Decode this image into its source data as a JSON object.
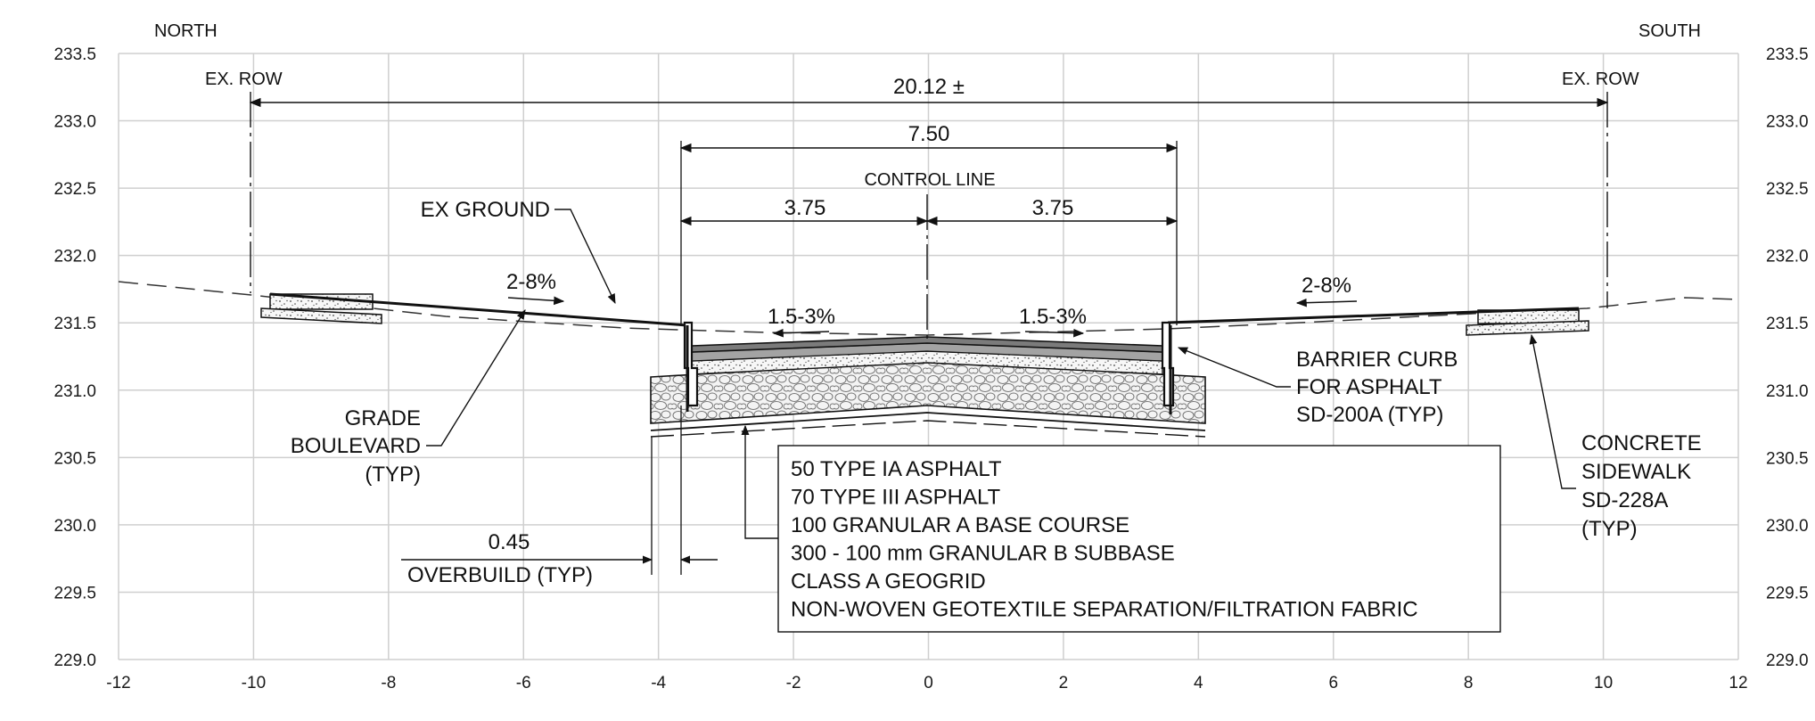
{
  "orientation": {
    "left": "NORTH",
    "right": "SOUTH"
  },
  "axes": {
    "y_ticks": [
      "233.5",
      "233.0",
      "232.5",
      "232.0",
      "231.5",
      "231.0",
      "230.5",
      "230.0",
      "229.5",
      "229.0"
    ],
    "x_ticks": [
      "-12",
      "-10",
      "-8",
      "-6",
      "-4",
      "-2",
      "0",
      "2",
      "4",
      "6",
      "8",
      "10",
      "12"
    ],
    "grid": true
  },
  "dimensions": {
    "row_left_label": "EX. ROW",
    "row_right_label": "EX. ROW",
    "row_width": "20.12 ±",
    "pavement_width": "7.50",
    "half_left": "3.75",
    "half_right": "3.75",
    "overbuild_value": "0.45",
    "overbuild_label": "OVERBUILD (TYP)"
  },
  "labels": {
    "control_line": "CONTROL LINE",
    "ex_ground": "EX GROUND",
    "slope_boulevard_left": "2-8%",
    "slope_boulevard_right": "2-8%",
    "slope_lane_left": "1.5-3%",
    "slope_lane_right": "1.5-3%",
    "grade_boulevard": [
      "GRADE",
      "BOULEVARD",
      "(TYP)"
    ],
    "barrier_curb": [
      "BARRIER CURB",
      "FOR ASPHALT",
      "SD-200A (TYP)"
    ],
    "concrete_sidewalk": [
      "CONCRETE",
      "SIDEWALK",
      "SD-228A",
      "(TYP)"
    ]
  },
  "pavement_structure": [
    "50 TYPE IA ASPHALT",
    "70 TYPE III ASPHALT",
    "100 GRANULAR A BASE COURSE",
    "300 - 100 mm GRANULAR B SUBBASE",
    "CLASS A GEOGRID",
    "NON-WOVEN GEOTEXTILE SEPARATION/FILTRATION FABRIC"
  ],
  "colors": {
    "grid": "#cfcfcf",
    "line": "#111111",
    "asphalt": "#9a9a9a",
    "base": "#e8e8e8"
  }
}
